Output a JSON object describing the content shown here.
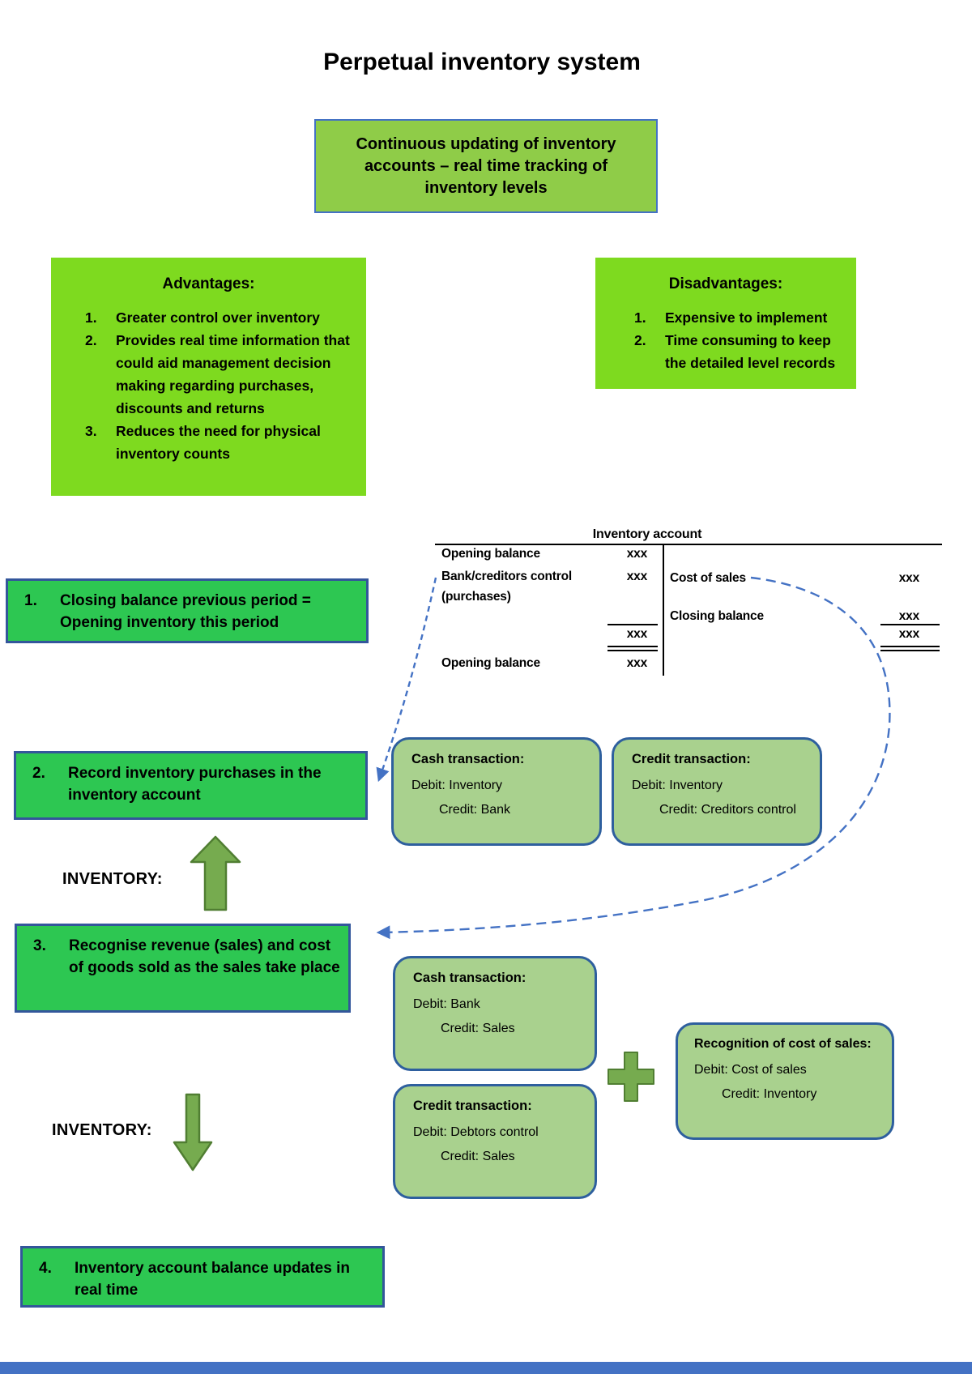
{
  "title": "Perpetual inventory system",
  "intro_box": {
    "text": "Continuous updating of inventory accounts – real time tracking of inventory levels"
  },
  "advantages": {
    "heading": "Advantages:",
    "items": [
      {
        "num": "1.",
        "text": "Greater control over inventory"
      },
      {
        "num": "2.",
        "text": "Provides real time information that could aid management decision making regarding purchases, discounts and returns"
      },
      {
        "num": "3.",
        "text": "Reduces the need for physical inventory counts"
      }
    ]
  },
  "disadvantages": {
    "heading": "Disadvantages:",
    "items": [
      {
        "num": "1.",
        "text": "Expensive to implement"
      },
      {
        "num": "2.",
        "text": "Time consuming to keep the detailed level records"
      }
    ]
  },
  "t_account": {
    "title": "Inventory account",
    "debit_rows": [
      {
        "label": "Opening balance",
        "amount": "xxx"
      },
      {
        "label": "Bank/creditors control",
        "amount": "xxx"
      },
      {
        "label": "(purchases)",
        "amount": ""
      }
    ],
    "debit_total": "xxx",
    "debit_reopen": {
      "label": "Opening balance",
      "amount": "xxx"
    },
    "credit_rows": [
      {
        "label": "Cost of sales",
        "amount": "xxx"
      },
      {
        "label": "Closing balance",
        "amount": "xxx"
      }
    ],
    "credit_total": "xxx"
  },
  "steps": [
    {
      "num": "1.",
      "text": "Closing balance previous period = Opening inventory this period"
    },
    {
      "num": "2.",
      "text": "Record inventory purchases in the inventory account"
    },
    {
      "num": "3.",
      "text": "Recognise revenue (sales) and cost of goods sold as the sales take place"
    },
    {
      "num": "4.",
      "text": "Inventory account balance updates in real time"
    }
  ],
  "inventory_flow": {
    "increase_label": "INVENTORY:",
    "decrease_label": "INVENTORY:"
  },
  "transactions": {
    "purchase_cash": {
      "title": "Cash transaction:",
      "debit": "Debit: Inventory",
      "credit": "Credit: Bank"
    },
    "purchase_credit": {
      "title": "Credit transaction:",
      "debit": "Debit: Inventory",
      "credit": "Credit: Creditors control"
    },
    "sale_cash": {
      "title": "Cash transaction:",
      "debit": "Debit: Bank",
      "credit": "Credit: Sales"
    },
    "sale_credit": {
      "title": "Credit transaction:",
      "debit": "Debit: Debtors control",
      "credit": "Credit: Sales"
    },
    "cos_recognition": {
      "title": "Recognition of cost of sales:",
      "debit": "Debit: Cost of sales",
      "credit": "Credit: Inventory"
    }
  },
  "colors": {
    "step_green": "#2DC752",
    "lime_green": "#7EDA1F",
    "intro_green": "#8FCC48",
    "sage_green": "#A9D18E",
    "box_border_blue": "#2E5F9E",
    "accent_blue": "#4472C4",
    "arrow_green": "#76AB4F",
    "arrow_border_green": "#507E32"
  }
}
